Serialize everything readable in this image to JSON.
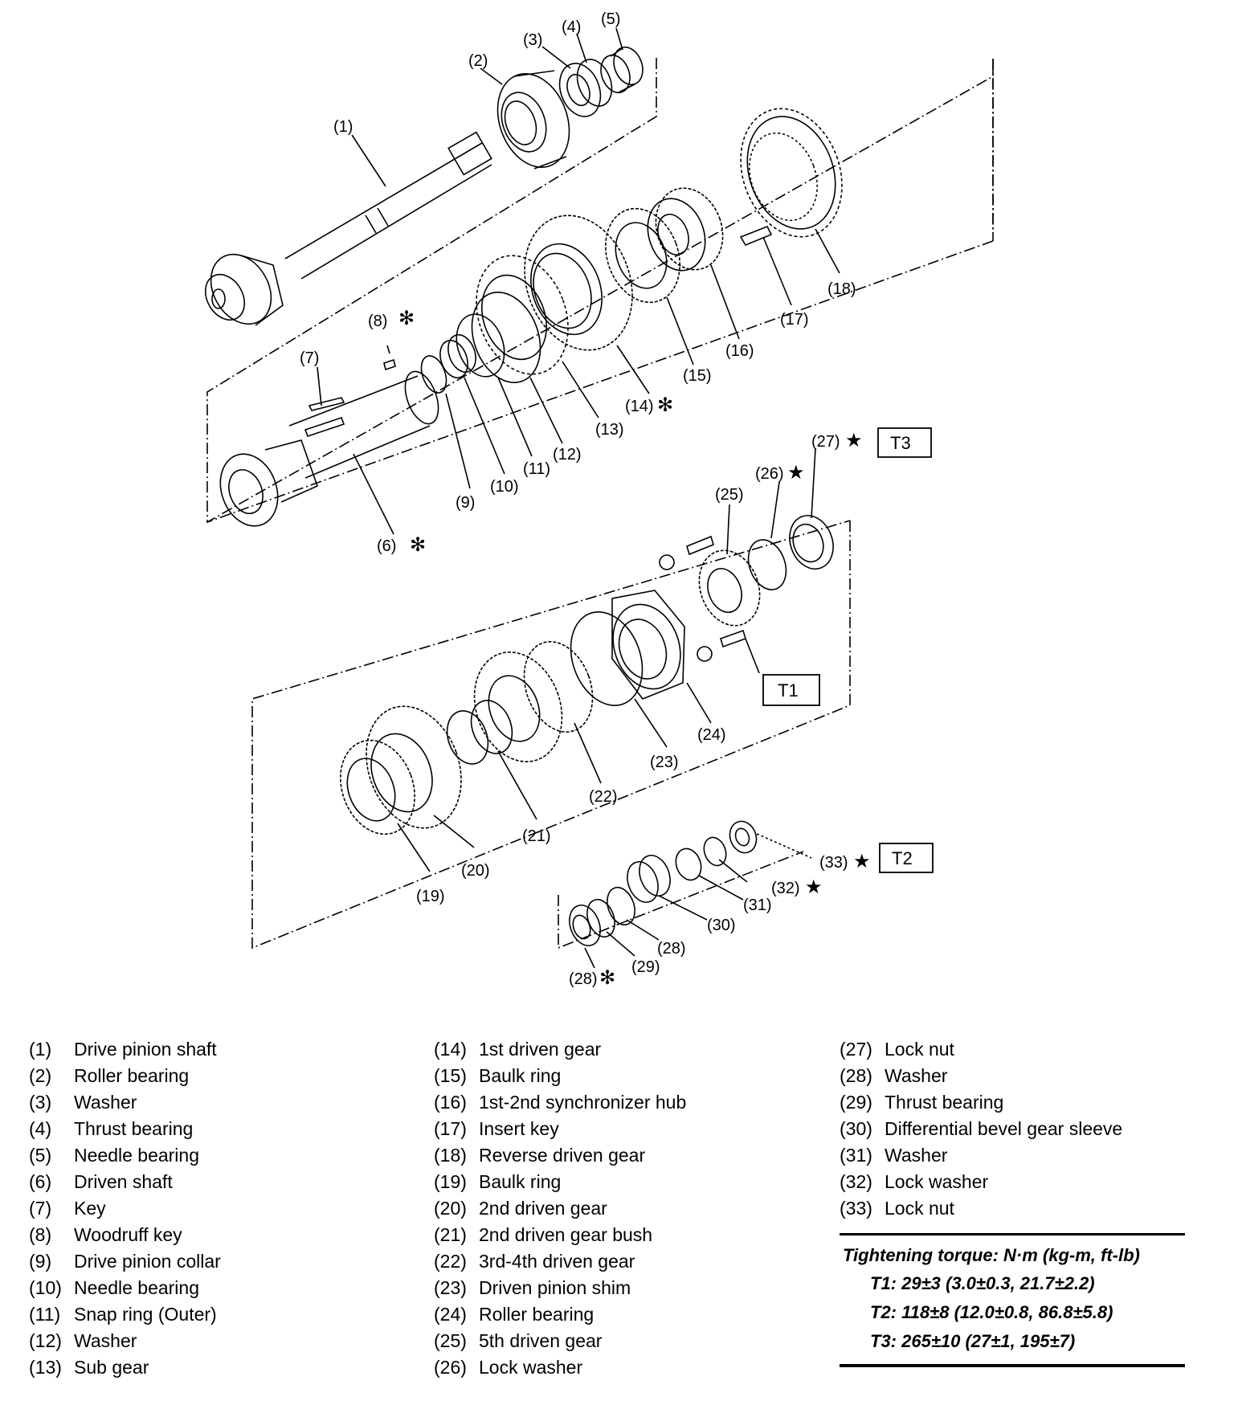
{
  "callouts": {
    "c1": "(1)",
    "c2": "(2)",
    "c3": "(3)",
    "c4": "(4)",
    "c5": "(5)",
    "c6": "(6)",
    "c7": "(7)",
    "c8": "(8)",
    "c9": "(9)",
    "c10": "(10)",
    "c11": "(11)",
    "c12": "(12)",
    "c13": "(13)",
    "c14": "(14)",
    "c15": "(15)",
    "c16": "(16)",
    "c17": "(17)",
    "c18": "(18)",
    "c19": "(19)",
    "c20": "(20)",
    "c21": "(21)",
    "c22": "(22)",
    "c23": "(23)",
    "c24": "(24)",
    "c25": "(25)",
    "c26": "(26)",
    "c27": "(27)",
    "c28a": "(28)",
    "c28b": "(28)",
    "c29": "(29)",
    "c30": "(30)",
    "c31": "(31)",
    "c32": "(32)",
    "c33": "(33)"
  },
  "marks": {
    "asterisk": "✻",
    "star": "★"
  },
  "torque_boxes": {
    "t1": "T1",
    "t2": "T2",
    "t3": "T3"
  },
  "legend": {
    "col1": [
      {
        "num": "(1)",
        "name": "Drive pinion shaft"
      },
      {
        "num": "(2)",
        "name": "Roller bearing"
      },
      {
        "num": "(3)",
        "name": "Washer"
      },
      {
        "num": "(4)",
        "name": "Thrust bearing"
      },
      {
        "num": "(5)",
        "name": "Needle bearing"
      },
      {
        "num": "(6)",
        "name": "Driven shaft"
      },
      {
        "num": "(7)",
        "name": "Key"
      },
      {
        "num": "(8)",
        "name": "Woodruff key"
      },
      {
        "num": "(9)",
        "name": "Drive pinion collar"
      },
      {
        "num": "(10)",
        "name": "Needle bearing"
      },
      {
        "num": "(11)",
        "name": "Snap ring (Outer)"
      },
      {
        "num": "(12)",
        "name": "Washer"
      },
      {
        "num": "(13)",
        "name": "Sub gear"
      }
    ],
    "col2": [
      {
        "num": "(14)",
        "name": "1st driven gear"
      },
      {
        "num": "(15)",
        "name": "Baulk ring"
      },
      {
        "num": "(16)",
        "name": "1st-2nd synchronizer hub"
      },
      {
        "num": "(17)",
        "name": "Insert key"
      },
      {
        "num": "(18)",
        "name": "Reverse driven gear"
      },
      {
        "num": "(19)",
        "name": "Baulk ring"
      },
      {
        "num": "(20)",
        "name": "2nd driven gear"
      },
      {
        "num": "(21)",
        "name": "2nd driven gear bush"
      },
      {
        "num": "(22)",
        "name": "3rd-4th driven gear"
      },
      {
        "num": "(23)",
        "name": "Driven pinion shim"
      },
      {
        "num": "(24)",
        "name": "Roller bearing"
      },
      {
        "num": "(25)",
        "name": "5th driven gear"
      },
      {
        "num": "(26)",
        "name": "Lock washer"
      }
    ],
    "col3": [
      {
        "num": "(27)",
        "name": "Lock nut"
      },
      {
        "num": "(28)",
        "name": "Washer"
      },
      {
        "num": "(29)",
        "name": "Thrust bearing"
      },
      {
        "num": "(30)",
        "name": "Differential bevel gear sleeve"
      },
      {
        "num": "(31)",
        "name": "Washer"
      },
      {
        "num": "(32)",
        "name": "Lock washer"
      },
      {
        "num": "(33)",
        "name": "Lock nut"
      }
    ]
  },
  "torque": {
    "title": "Tightening torque: N·m (kg-m, ft-lb)",
    "t1": "T1: 29±3 (3.0±0.3, 21.7±2.2)",
    "t2": "T2: 118±8 (12.0±0.8, 86.8±5.8)",
    "t3": "T3: 265±10 (27±1, 195±7)"
  }
}
